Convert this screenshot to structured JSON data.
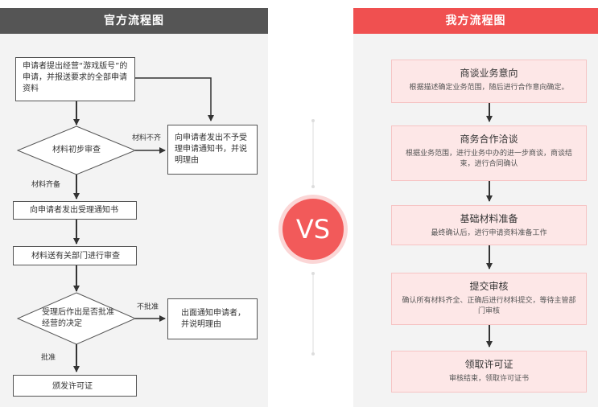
{
  "left": {
    "header": "官方流程图",
    "nodes": {
      "n1": "申请者提出经营“游戏版号”的申请，并报送要求的全部申请资料",
      "n2": "材料初步审查",
      "n3": "向申请者发出不予受理申请通知书，并说明理由",
      "n4": "向申请者发出受理通知书",
      "n5": "材料送有关部门进行审查",
      "n6": "受理后作出是否批准经营的决定",
      "n7": "出面通知申请者，并说明理由",
      "n8": "颁发许可证"
    },
    "labels": {
      "l_buqi": "材料不齐",
      "l_qibei": "材料齐备",
      "l_bupizhun": "不批准",
      "l_pizhun": "批准"
    }
  },
  "vs": "VS",
  "right": {
    "header": "我方流程图",
    "steps": [
      {
        "title": "商谈业务意向",
        "desc": "根据描述确定业务范围，随后进行合作意向确定。"
      },
      {
        "title": "商务合作洽谈",
        "desc": "根据业务范围，进行业务中办的进一步商谈，商谈结束，进行合同确认"
      },
      {
        "title": "基础材料准备",
        "desc": "最终确认后，进行申请资料准备工作"
      },
      {
        "title": "提交审核",
        "desc": "确认所有材料齐全、正确后进行材料提交，等待主管部门审核"
      },
      {
        "title": "领取许可证",
        "desc": "审核结束，领取许可证书"
      }
    ]
  }
}
